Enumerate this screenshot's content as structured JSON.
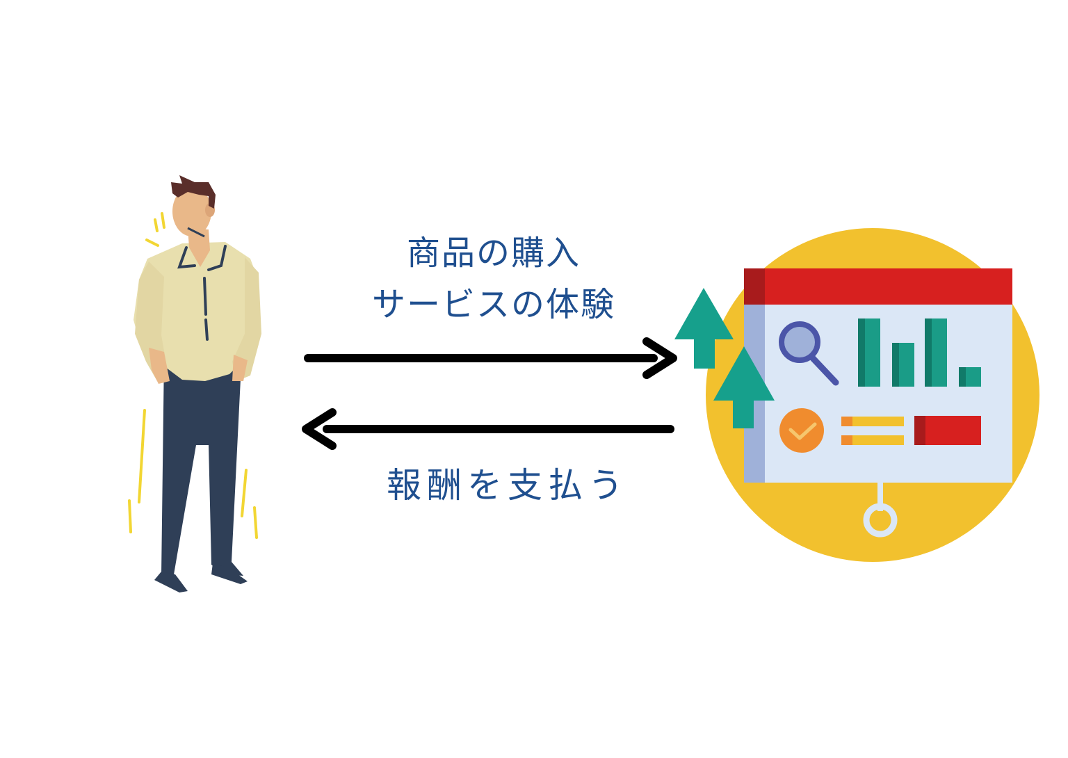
{
  "arrows": {
    "forward_label_line1": "商品の購入",
    "forward_label_line2": "サービスの体験",
    "backward_label": "報酬を支払う"
  },
  "colors": {
    "label_text": "#1f4f8f",
    "arrow": "#000000",
    "person_shirt": "#e8dfae",
    "person_pants": "#2f3f57",
    "person_hair": "#5a2e2a",
    "person_skin": "#e9b889",
    "accent_yellow": "#f2c12e",
    "board_header": "#d7201f",
    "board_body": "#dbe7f6",
    "board_side": "#9fb1d9",
    "bars_teal": "#1a9c87",
    "up_arrows_teal": "#16a08c",
    "magnifier_purple": "#4b55a8",
    "check_orange": "#f08c2e"
  },
  "icons": {
    "person": "person-standing-illustration",
    "business": "analytics-board-icon"
  }
}
